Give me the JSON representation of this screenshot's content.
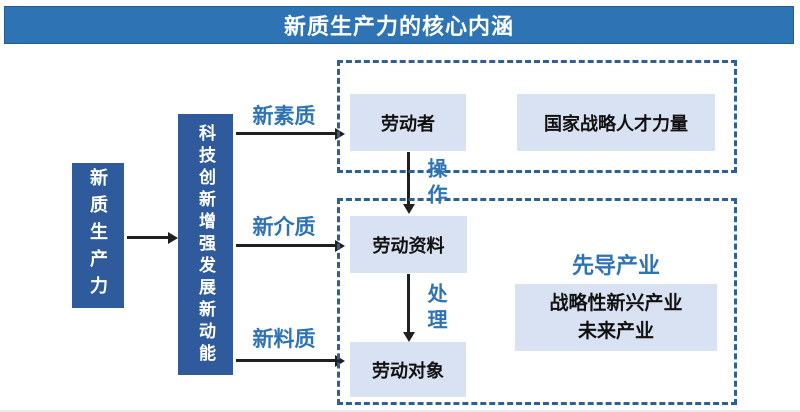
{
  "title": "新质生产力的核心内涵",
  "source": {
    "label": "新质生产力"
  },
  "driver": {
    "label": "科技创新增强发展新动能"
  },
  "branches": [
    {
      "label": "新素质"
    },
    {
      "label": "新介质"
    },
    {
      "label": "新料质"
    }
  ],
  "top_group": {
    "worker": "劳动者",
    "talent": "国家战略人才力量"
  },
  "bottom_group": {
    "materials": "劳动资料",
    "objects": "劳动对象",
    "leading_title": "先导产业",
    "industries_line1": "战略性新兴产业",
    "industries_line2": "未来产业"
  },
  "flow_labels": {
    "operate": "操作",
    "process": "处理"
  },
  "colors": {
    "title_bar": "#2E74B5",
    "dark_node": "#2F5B9D",
    "light_node": "#D9E2F2",
    "dashed_border": "#2E6096",
    "accent_text": "#2E74B5",
    "arrow": "#1F1F1F"
  }
}
